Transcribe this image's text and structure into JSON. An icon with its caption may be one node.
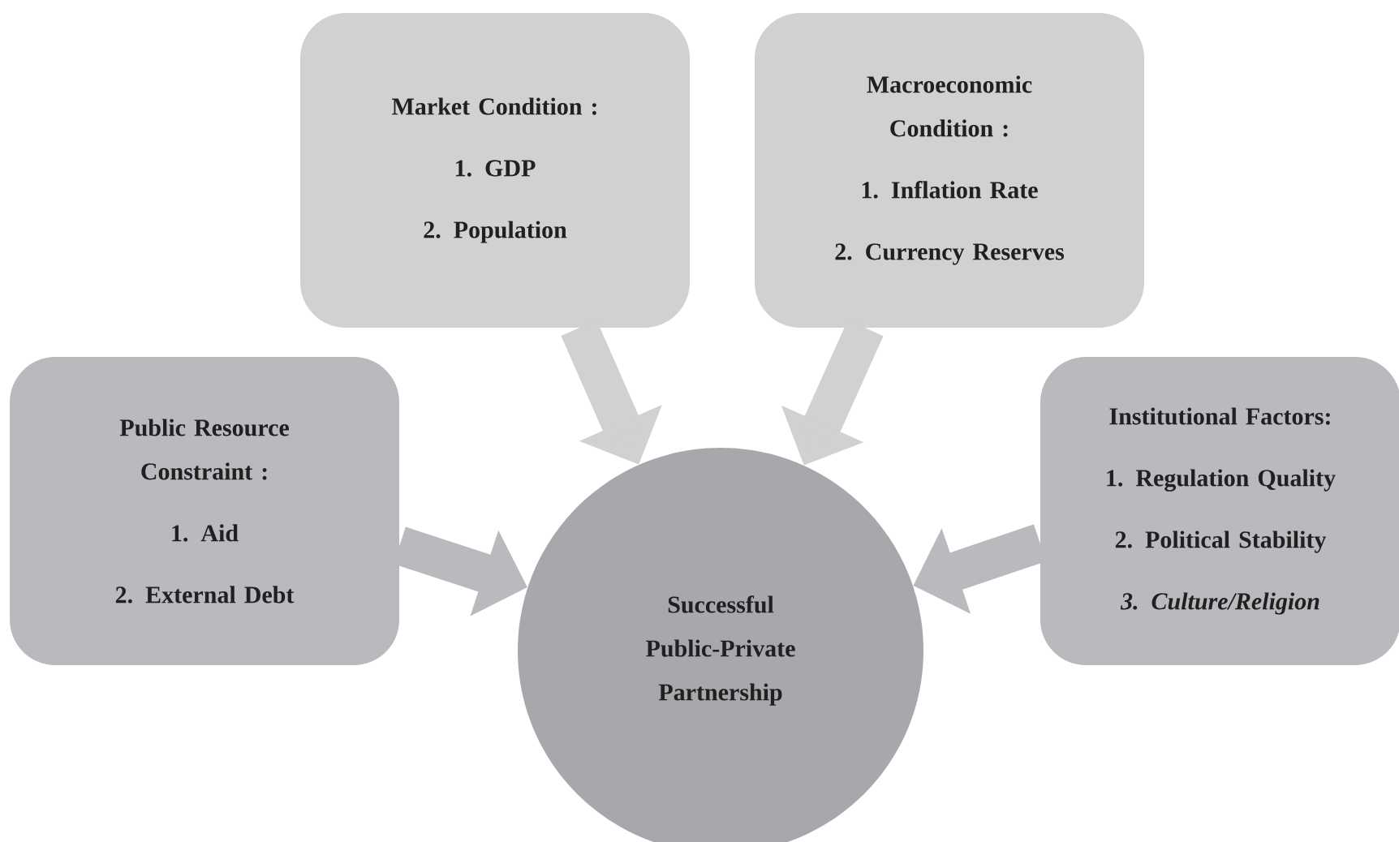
{
  "diagram": {
    "nodes": [
      {
        "text": [
          "Market Condition :",
          "1. GDP",
          "2. Population"
        ]
      },
      {
        "text": [
          "Macroeconomic Condition :",
          "1. Inflation Rate",
          "2. Currency Reserves"
        ]
      },
      {
        "text": [
          "Public Resource Constraint :",
          "1. Aid",
          "2. External Debt"
        ]
      },
      {
        "text": [
          "Institutional Factors:",
          "1. Regulation Quality",
          "2. Political Stability",
          "3. Culture/Religion"
        ]
      },
      {
        "text": [
          "Successful Public-Private Partnership"
        ]
      }
    ],
    "edges": [
      {
        "from": 0,
        "to": 4,
        "arrow": "to",
        "color": "#d0d1d3"
      },
      {
        "from": 1,
        "to": 4,
        "arrow": "to",
        "color": "#d0d1d3"
      },
      {
        "from": 2,
        "to": 4,
        "arrow": "to",
        "color": "#b9babd"
      },
      {
        "from": 3,
        "to": 4,
        "arrow": "to",
        "color": "#b9babd"
      }
    ]
  }
}
